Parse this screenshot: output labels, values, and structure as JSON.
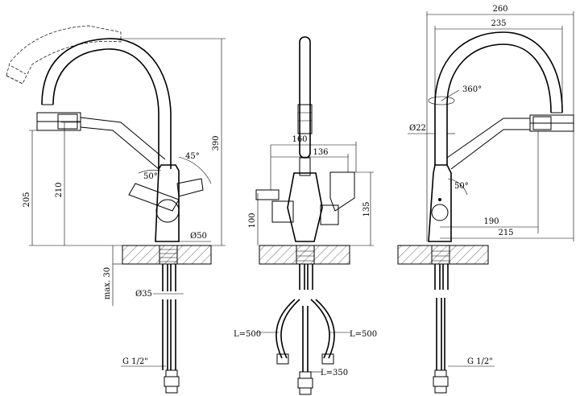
{
  "dimensions": {
    "left_view": {
      "d205": "205",
      "d210": "210",
      "d390": "390",
      "a45": "45°",
      "a50": "50°",
      "dia50": "Ø50",
      "dia35": "Ø35",
      "max30": "max. 30",
      "g12": "G 1/2\""
    },
    "front_view": {
      "d160": "160",
      "d136": "136",
      "d100": "100",
      "d135": "135",
      "hose_left": "L=500",
      "hose_right": "L=500",
      "hose_center": "L=350"
    },
    "right_view": {
      "d260": "260",
      "d235": "235",
      "rot360": "360°",
      "dia22": "Ø22",
      "a50": "50°",
      "d190": "190",
      "d215": "215",
      "g12": "G 1/2\""
    }
  }
}
